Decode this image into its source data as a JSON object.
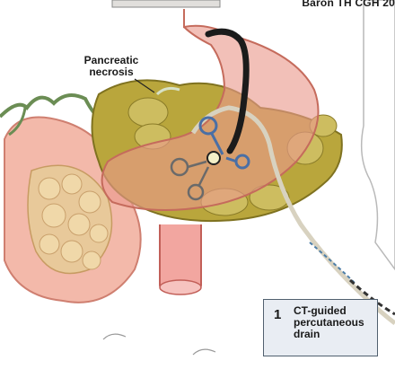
{
  "credit": "Baron TH CGH 20",
  "labels": {
    "pancreatic_necrosis": "Pancreatic\nnecrosis"
  },
  "callout": {
    "number": "1",
    "text": "CT-guided\npercutaneous\ndrain"
  },
  "colors": {
    "stomach": "#e9998f",
    "necrosis": "#b7a33a",
    "intestine": "#f2b8a8",
    "endoscope": "#1a1a1a",
    "drain": "#d9d4c2",
    "stent": "#4a6fa5"
  }
}
